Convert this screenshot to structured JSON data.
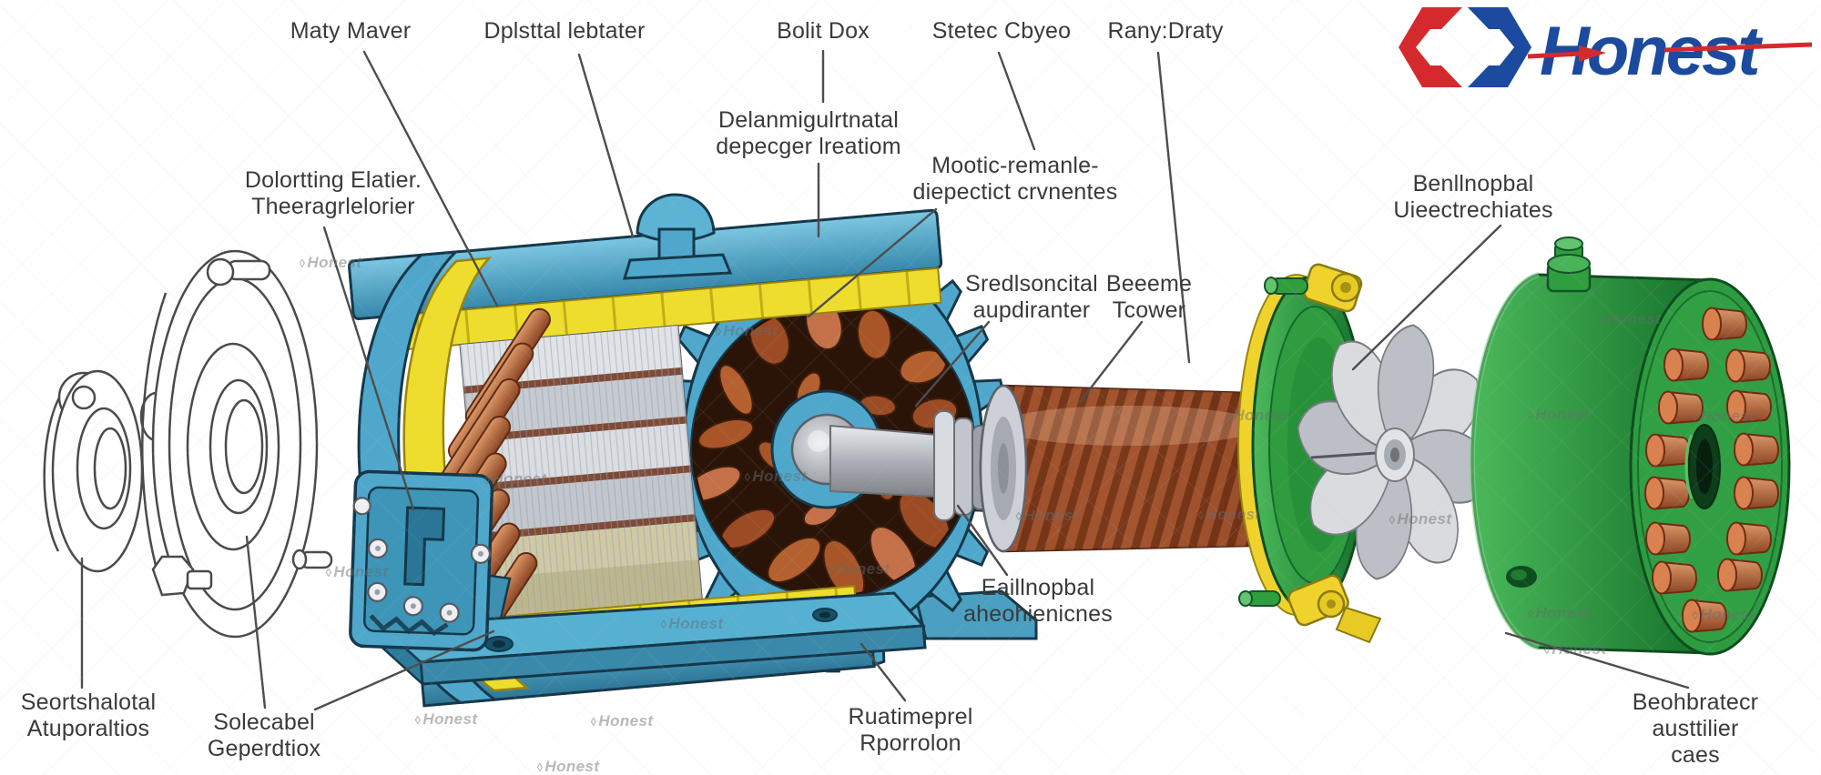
{
  "brand": {
    "name": "Honest",
    "colors": {
      "red": "#d42a2e",
      "blue": "#1b4a9e"
    }
  },
  "watermark": {
    "text": "Honest"
  },
  "palette": {
    "housing_teal": "#4fa8cb",
    "insulation_yellow": "#eedd2c",
    "winding_copper": "#b4612f",
    "core_silver": "#d3d6db",
    "end_bell_green": "#2f9e3e",
    "shaft_gray": "#a9adb4"
  },
  "labels": {
    "maty": {
      "text": "Maty Maver"
    },
    "dplsttal": {
      "text": "Dplsttal lebtater"
    },
    "bolit_dox": {
      "text": "Bolit Dox"
    },
    "stetec": {
      "text": "Stetec Cbyeo"
    },
    "rany": {
      "text": "Rany:Draty"
    },
    "delan": {
      "text": "Delanmigulrtnatal\ndepecger lreatiom"
    },
    "mootic": {
      "text": "Mootic-remanle-\ndiepectict crvnentes"
    },
    "dolortting": {
      "text": "Dolortting Elatier.\nTheeragrlelorier"
    },
    "sredl": {
      "text": "Sredlsoncital\naupdiranter"
    },
    "beeeme": {
      "text": "Beeeme\nTcower"
    },
    "benllnopbal": {
      "text": "Benllnopbal\nUieectrechiates"
    },
    "eaillnopbal": {
      "text": "Eaillnopbal\naheohienicnes"
    },
    "ruatimeprel": {
      "text": "Ruatimeprel\nRporrolon"
    },
    "seortshalotal": {
      "text": "Seortshalotal\nAtuporaltios"
    },
    "solecabel": {
      "text": "Solecabel\nGeperdtiox"
    },
    "beohbratecr": {
      "text": "Beohbratecr\nausttilier caes"
    }
  }
}
